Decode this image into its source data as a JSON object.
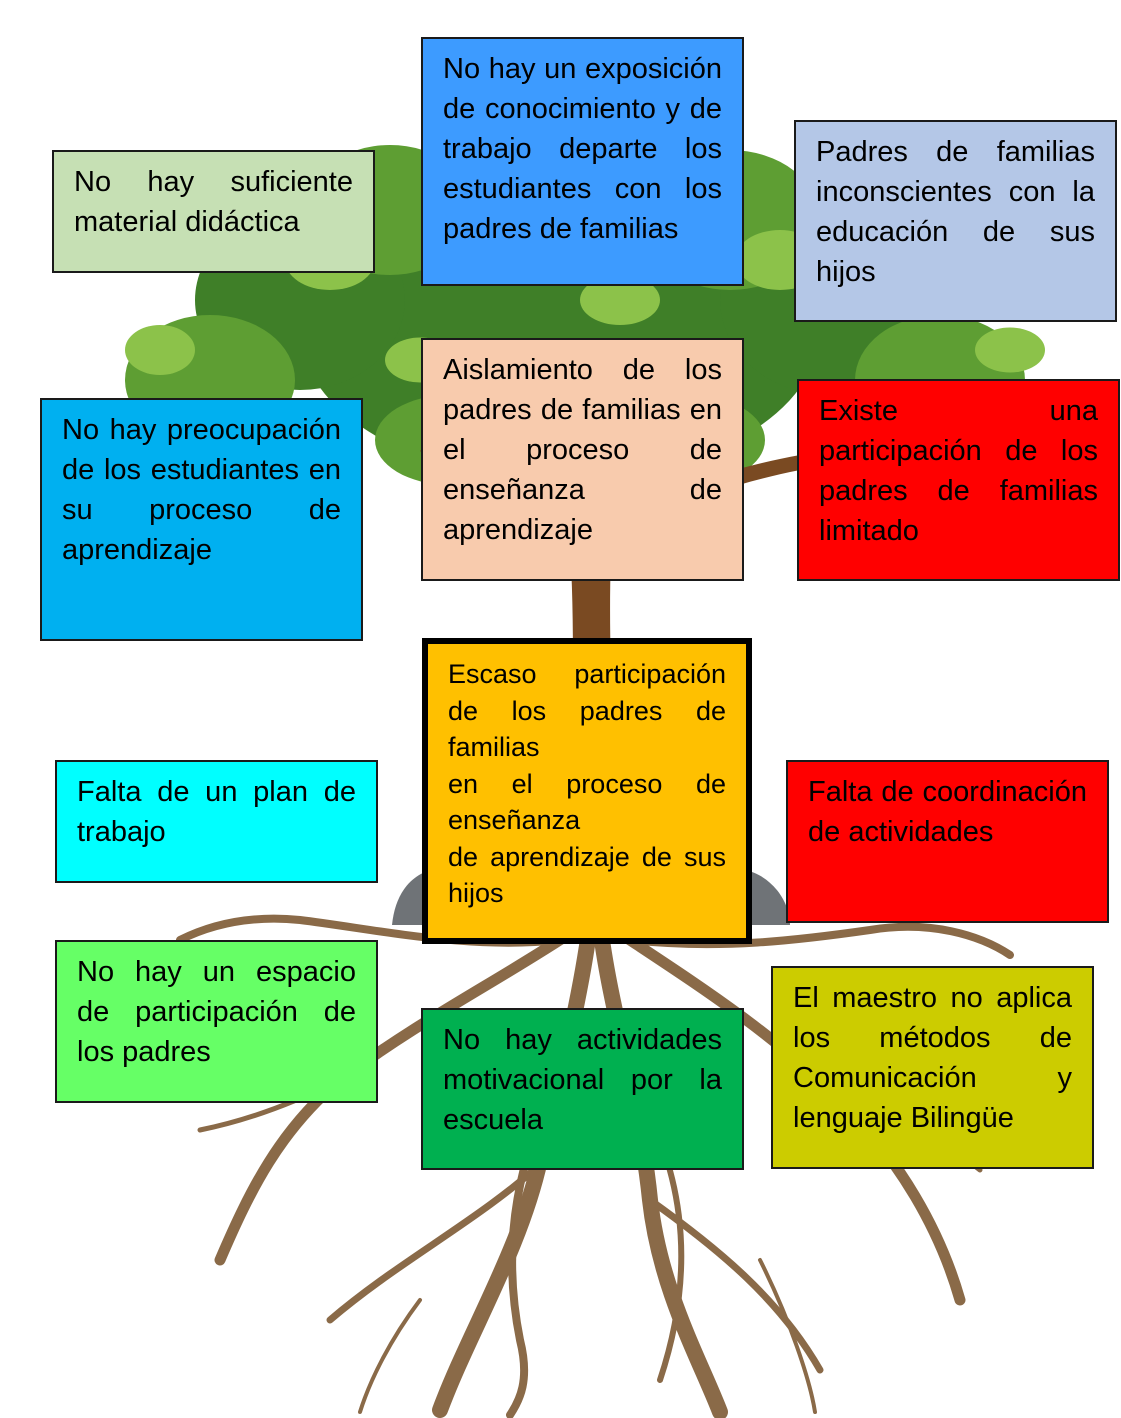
{
  "colors": {
    "foliage_dark": "#3f7f28",
    "foliage_mid": "#5e9e33",
    "foliage_light": "#8cc24a",
    "trunk": "#7a4a22",
    "roots": "#8a6a48",
    "rock": "#6f7377"
  },
  "boxes": {
    "material": {
      "text": "No hay suficiente material didáctica",
      "bg": "#c6e0b4"
    },
    "exposicion": {
      "text": "No hay un exposición de conocimiento y de trabajo departe los estudiantes con los padres de familias",
      "bg": "#3d9bff"
    },
    "inconscientes": {
      "text": "Padres de familias inconscientes con la educación de sus hijos",
      "bg": "#b4c7e7"
    },
    "aislamiento": {
      "text": "Aislamiento de los padres de familias en el proceso de enseñanza de aprendizaje",
      "bg": "#f8cbad"
    },
    "preocupacion": {
      "text": "No hay preocupación de los estudiantes en su proceso de aprendizaje",
      "bg": "#00b0f0"
    },
    "participacion_limitada": {
      "text": "Existe una participación de los padres de familias limitado",
      "bg": "#ff0000"
    },
    "central": {
      "lines": [
        "Escaso participación de los padres de familias",
        "en el proceso de enseñanza",
        "de aprendizaje de sus hijos"
      ],
      "bg": "#ffc000"
    },
    "plan": {
      "text": "Falta de un plan de trabajo",
      "bg": "#00ffff"
    },
    "coordinacion": {
      "text": "Falta de coordinación de actividades",
      "bg": "#ff0000"
    },
    "espacio": {
      "text": "No hay un espacio de participación de los padres",
      "bg": "#66ff66"
    },
    "actividades": {
      "text": "No hay actividades motivacional por la escuela",
      "bg": "#00b050"
    },
    "maestro": {
      "text": "El maestro no aplica los métodos de Comunicación y lenguaje Bilingüe",
      "bg": "#cccc00"
    }
  }
}
